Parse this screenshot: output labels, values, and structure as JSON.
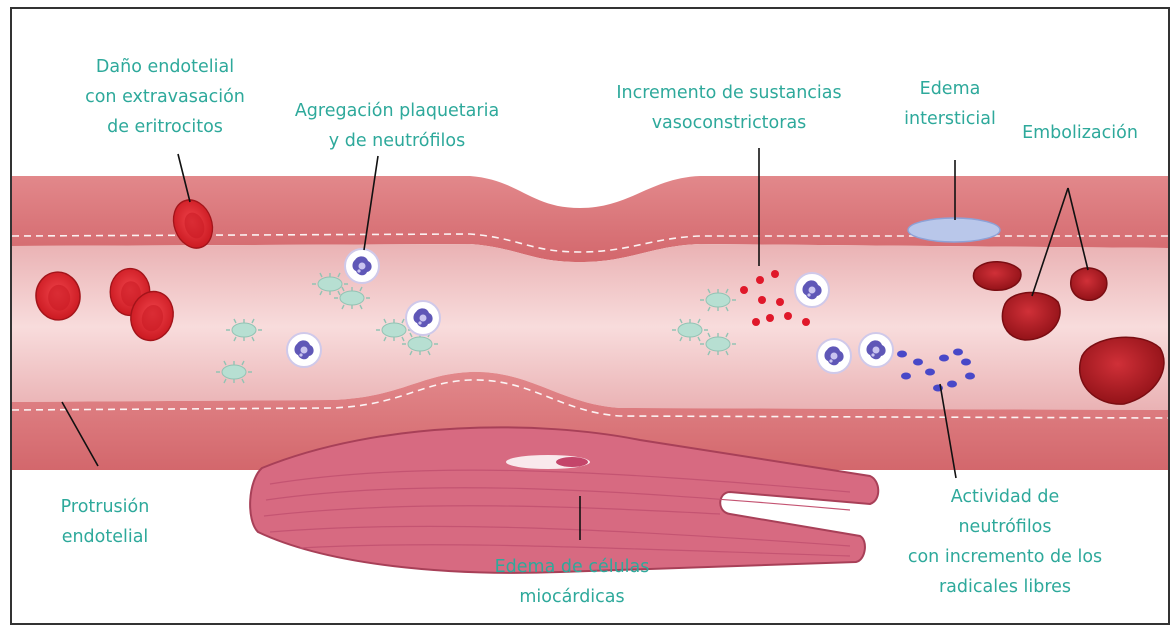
{
  "colors": {
    "label_text": "#2ea99b",
    "vessel_wall": "#d9767a",
    "lumen": "#f2c4c5",
    "erythrocyte": "#d9222a",
    "embolus": "#a5171d",
    "neutrophil_nucleus": "#5f57b7",
    "platelet": "#a9d6c9",
    "vasoconstrictor": "#e0182a",
    "free_radical": "#4848c8",
    "myocyte": "#d76a81",
    "interstitial_edema": "#b9c7ea",
    "frame": "#333333"
  },
  "icons": [
    "erythrocyte-icon",
    "neutrophil-icon",
    "platelet-icon",
    "embolus-icon",
    "myocardial-cell-icon"
  ],
  "labels": {
    "endothelial_damage": [
      "Daño endotelial",
      "con extravasación",
      "de eritrocitos"
    ],
    "platelet_aggregation": [
      "Agregación plaquetaria",
      "y de neutrófilos"
    ],
    "vasoconstrictors": [
      "Incremento de sustancias",
      "vasoconstrictoras"
    ],
    "interstitial_edema": [
      "Edema",
      "intersticial"
    ],
    "embolization": [
      "Embolización"
    ],
    "endothelial_protrusion": [
      "Protrusión",
      "endotelial"
    ],
    "myocyte_edema": [
      "Edema de células",
      "miocárdicas"
    ],
    "neutrophil_activity": [
      "Actividad de",
      "neutrófilos",
      "con incremento de los",
      "radicales libres"
    ]
  }
}
